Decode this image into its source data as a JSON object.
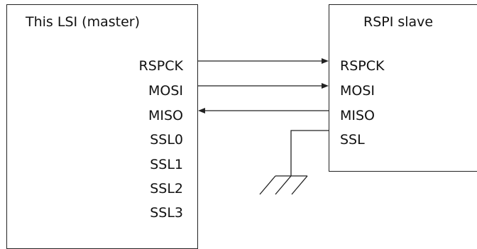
{
  "master": {
    "title": "This LSI (master)",
    "pins": [
      "RSPCK",
      "MOSI",
      "MISO",
      "SSL0",
      "SSL1",
      "SSL2",
      "SSL3"
    ]
  },
  "slave": {
    "title": "RSPI slave",
    "pins": [
      "RSPCK",
      "MOSI",
      "MISO",
      "SSL"
    ]
  },
  "connections": [
    {
      "from": "RSPCK",
      "to": "RSPCK",
      "direction": "master-to-slave"
    },
    {
      "from": "MOSI",
      "to": "MOSI",
      "direction": "master-to-slave"
    },
    {
      "from": "MISO",
      "to": "MISO",
      "direction": "slave-to-master"
    },
    {
      "from": "SSL",
      "to": "ground",
      "direction": "none"
    }
  ],
  "colors": {
    "line": "#222222",
    "background": "#ffffff"
  }
}
